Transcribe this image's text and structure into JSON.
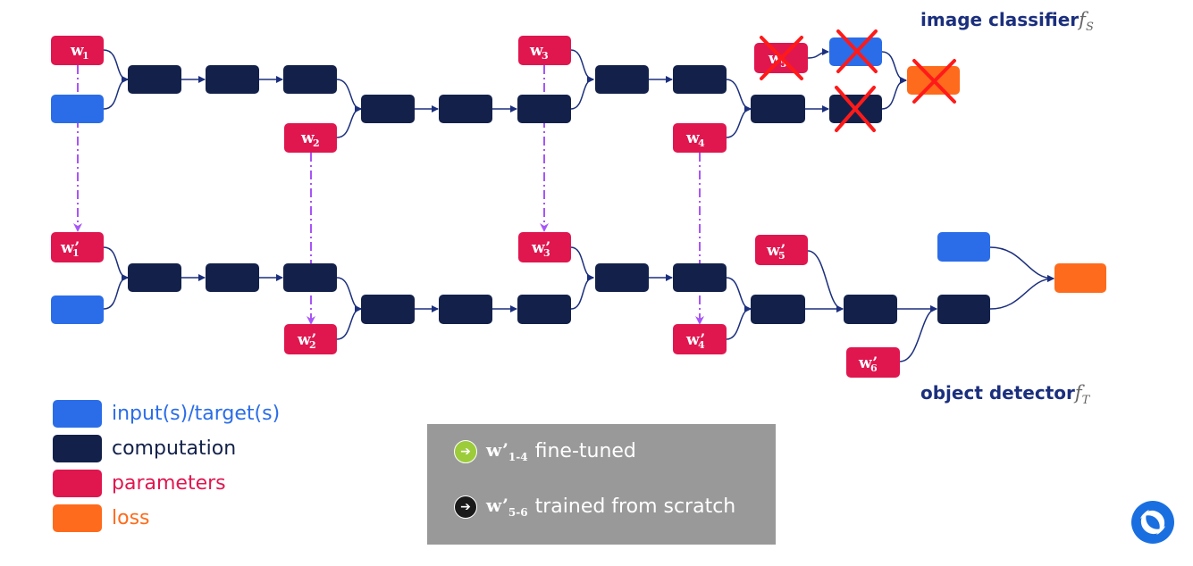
{
  "titles": {
    "top_text": "image classifier",
    "top_math": "f",
    "top_sub": "S",
    "bottom_text": "object detector",
    "bottom_math": "f",
    "bottom_sub": "T"
  },
  "params": {
    "w1": "w",
    "w1_sub": "1",
    "w2": "w",
    "w2_sub": "2",
    "w3": "w",
    "w3_sub": "3",
    "w4": "w",
    "w4_sub": "4",
    "w5": "w",
    "w5_sub": "5",
    "w1p": "w’",
    "w1p_sub": "1",
    "w2p": "w’",
    "w2p_sub": "2",
    "w3p": "w’",
    "w3p_sub": "3",
    "w4p": "w’",
    "w4p_sub": "4",
    "w5p": "w’",
    "w5p_sub": "5",
    "w6p": "w’",
    "w6p_sub": "6"
  },
  "legend": [
    {
      "label": "input(s)/target(s)",
      "color": "#2b6de8",
      "text_color": "#2b6de8"
    },
    {
      "label": "computation",
      "color": "#13214a",
      "text_color": "#13214a"
    },
    {
      "label": "parameters",
      "color": "#e0164f",
      "text_color": "#e0164f"
    },
    {
      "label": "loss",
      "color": "#fe6b1c",
      "text_color": "#fe6b1c"
    }
  ],
  "info": {
    "row1_sym": "w’",
    "row1_sub": "1-4",
    "row1_text": "fine-tuned",
    "row1_icon": "arrow-right-circle-icon",
    "row2_sym": "w’",
    "row2_sub": "5-6",
    "row2_text": "trained from scratch",
    "row2_icon": "arrow-right-circle-icon"
  },
  "colors": {
    "input": "#2b6de8",
    "computation": "#13214a",
    "parameter": "#e0164f",
    "loss": "#fe6b1c",
    "edge": "#1b2f7d",
    "transfer": "#a855f7",
    "cross": "#ff1a1a",
    "finetuned_icon": "#9ccc3a",
    "scratch_icon": "#1a1a1a"
  }
}
